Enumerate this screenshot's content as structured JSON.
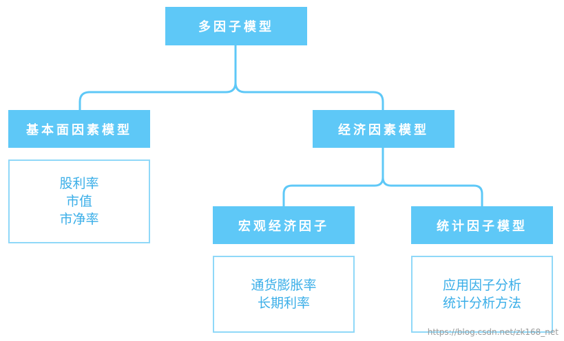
{
  "root": {
    "label": "多因子模型"
  },
  "branches": [
    {
      "label": "基本面因素模型",
      "items": [
        "股利率",
        "市值",
        "市净率"
      ]
    },
    {
      "label": "经济因素模型"
    }
  ],
  "sub_branches": [
    {
      "label": "宏观经济因子",
      "items": [
        "通货膨胀率",
        "长期利率"
      ]
    },
    {
      "label": "统计因子模型",
      "items": [
        "应用因子分析",
        "统计分析方法"
      ]
    }
  ],
  "watermark": "https://blog.csdn.net/zk168_net",
  "colors": {
    "node_fill": "#5ec8f7",
    "line": "#5ec8f7",
    "box_border": "#8fd8f8",
    "box_text": "#3aaee8"
  }
}
